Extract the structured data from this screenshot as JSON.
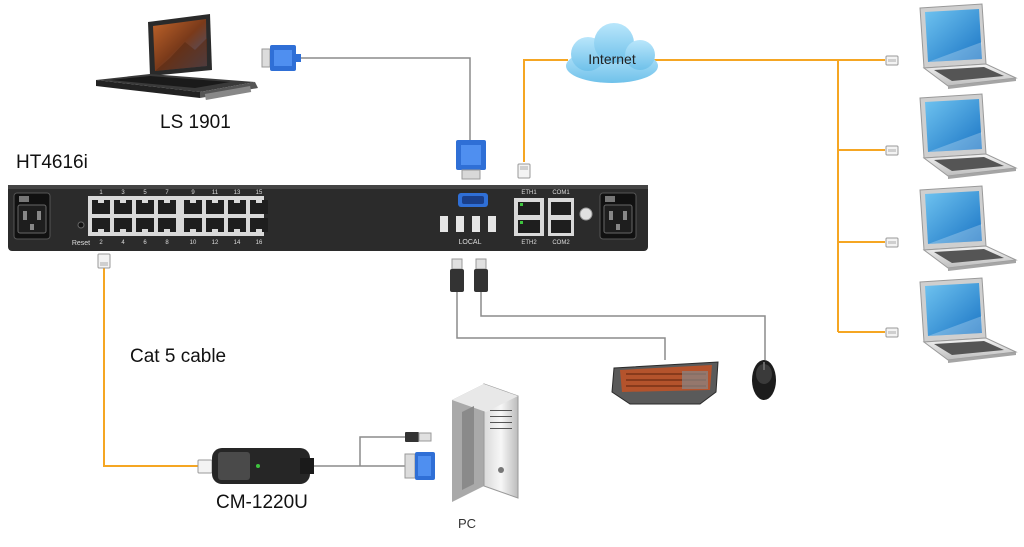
{
  "devices": {
    "console_label": "LS 1901",
    "switch_label": "HT4616i",
    "cable_label": "Cat 5 cable",
    "adapter_label": "CM-1220U",
    "pc_label": "PC",
    "cloud_label": "Internet"
  },
  "panel": {
    "ports_top": [
      "1",
      "3",
      "5",
      "7",
      "9",
      "11",
      "13",
      "15"
    ],
    "ports_bottom": [
      "2",
      "4",
      "6",
      "8",
      "10",
      "12",
      "14",
      "16"
    ],
    "reset_label": "Reset",
    "local_label": "LOCAL",
    "eth1_label": "ETH1",
    "eth2_label": "ETH2",
    "com1_label": "COM1",
    "com2_label": "COM2"
  },
  "colors": {
    "network_cable": "#f5a623",
    "console_cable": "#8c8c8c",
    "panel": "#2b2b2b",
    "vga_blue": "#2f6fd6",
    "cloud": "#8fd3f5"
  },
  "icons": [
    "laptop-icon",
    "keyboard-icon",
    "mouse-icon",
    "pc-tower-icon",
    "rj45-plug-icon",
    "usb-plug-icon",
    "vga-plug-icon",
    "power-socket-icon",
    "cloud-icon"
  ]
}
